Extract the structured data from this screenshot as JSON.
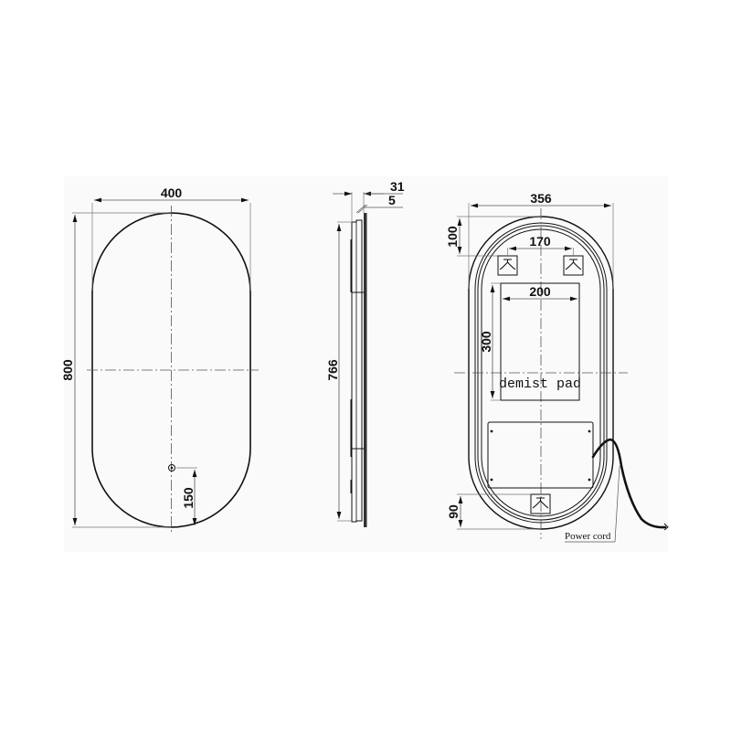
{
  "drawing": {
    "title": "Oval LED mirror technical drawing",
    "units": "mm",
    "background": "#fafafa",
    "line_color": "#111111"
  },
  "front_view": {
    "width_dim": "400",
    "height_dim": "800",
    "switch_offset_dim": "150",
    "switch_icon": "touch-switch-icon"
  },
  "side_view": {
    "depth_dim": "31",
    "glass_dim": "5",
    "frame_height_dim": "766"
  },
  "back_view": {
    "frame_width_dim": "356",
    "top_offset_dim": "100",
    "hanger_spacing_dim": "170",
    "pad_width_dim": "200",
    "pad_height_dim": "300",
    "pad_label": "demist pad",
    "bottom_offset_dim": "90",
    "cord_label": "Power cord",
    "hanger_icon": "wall-hanger-bracket-icon",
    "driver_box": "led-driver-box"
  }
}
